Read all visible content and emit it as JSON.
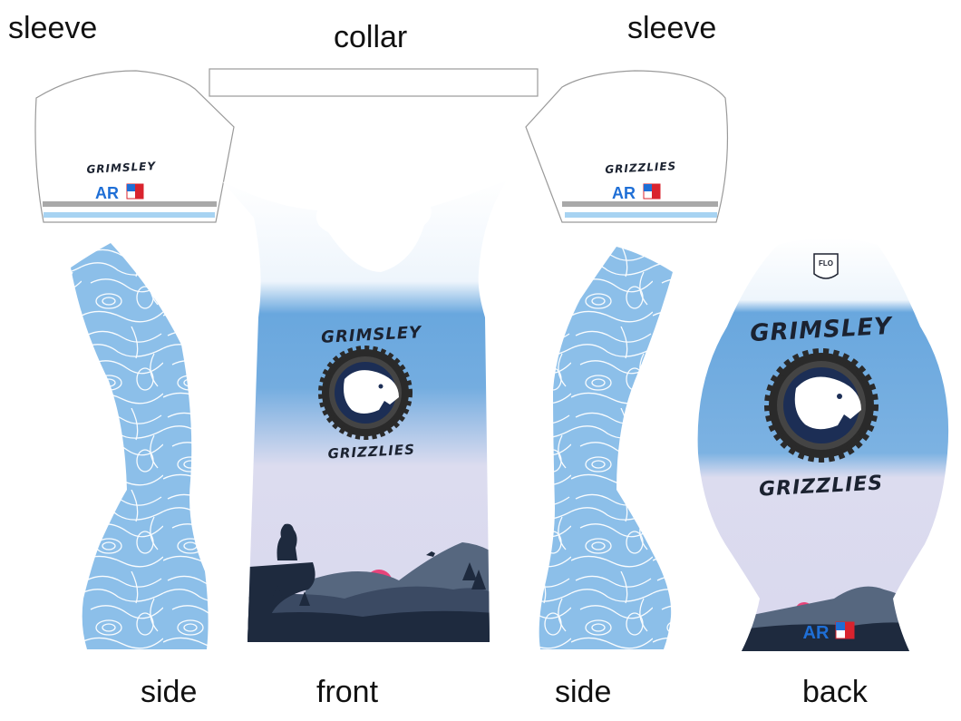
{
  "labels": {
    "sleeve_left": "sleeve",
    "collar": "collar",
    "sleeve_right": "sleeve",
    "side_left": "side",
    "front": "front",
    "side_right": "side",
    "back": "back"
  },
  "sleeve_left": {
    "team_text": "GRIMSLEY",
    "sponsor": "AR"
  },
  "sleeve_right": {
    "team_text": "GRIZZLIES",
    "sponsor": "AR"
  },
  "front": {
    "title_top": "GRIMSLEY",
    "title_bottom": "GRIZZLIES"
  },
  "back": {
    "badge": "FLO",
    "title_top": "GRIMSLEY",
    "title_bottom": "GRIZZLIES",
    "sponsor": "AR"
  },
  "colors": {
    "sky_blue": "#6aa8de",
    "topo_blue": "#8ec0ea",
    "lavender": "#dcdcef",
    "mountain_dark": "#1e2a3e",
    "mountain_mid": "#56677f",
    "sun_pink": "#e8447a",
    "sleeve_grey_stripe": "#a9a9a9",
    "sleeve_blue_stripe": "#a7d3f2",
    "sponsor_blue": "#1f6fd6",
    "sponsor_red": "#d9232e"
  }
}
